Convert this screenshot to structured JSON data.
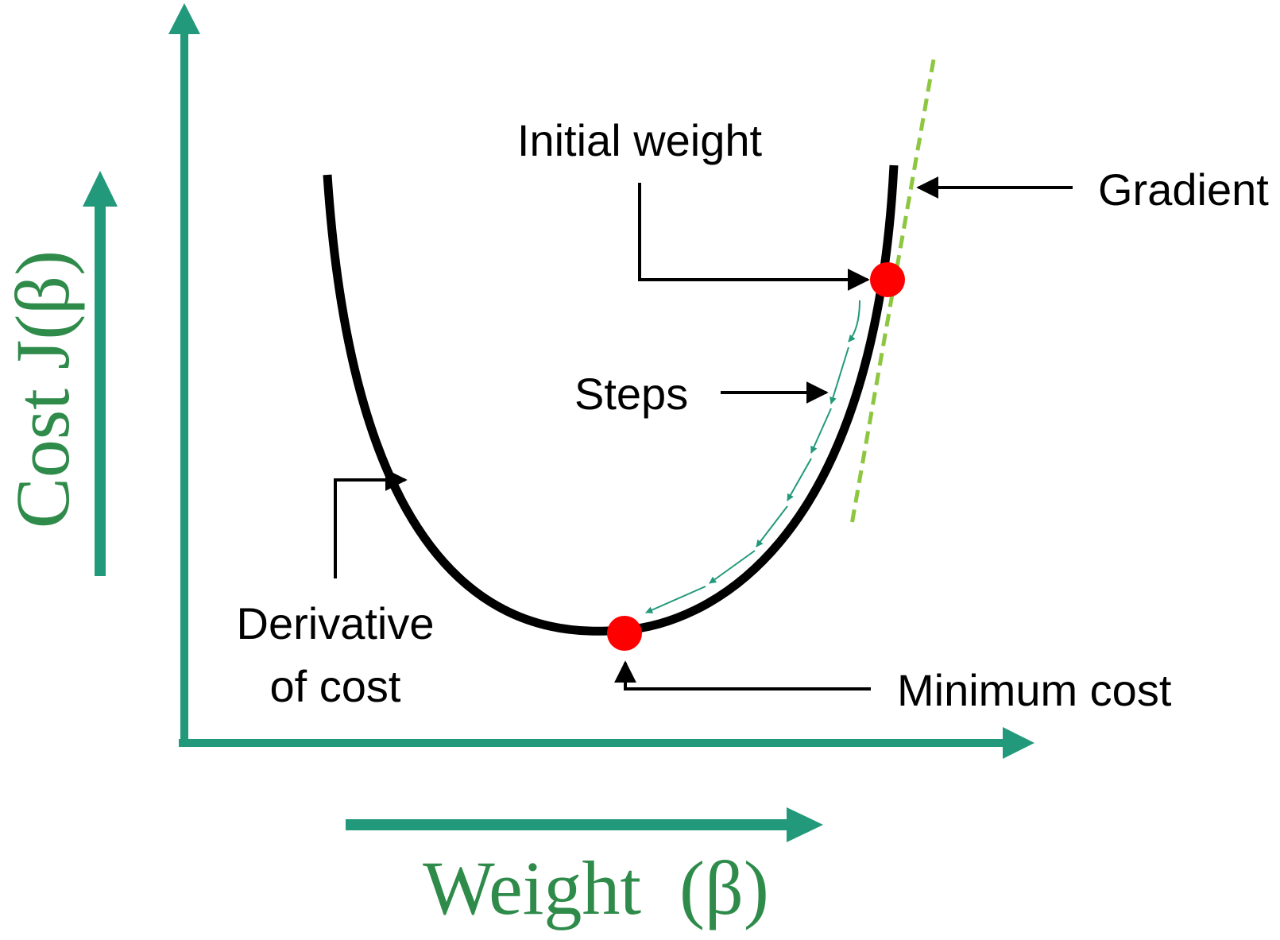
{
  "axes": {
    "y_label": "Cost J(β)",
    "x_label": "Weight  (β)"
  },
  "annotations": {
    "initial_weight": "Initial weight",
    "gradient": "Gradient",
    "steps": "Steps",
    "derivative_line1": "Derivative",
    "derivative_line2": "of cost",
    "minimum_cost": "Minimum cost"
  },
  "colors": {
    "axis_green": "#22997a",
    "axis_label_green": "#2e8b4a",
    "curve": "#000000",
    "point": "#ff0000",
    "tangent": "#8dc63f",
    "step_arrows": "#22997a"
  }
}
